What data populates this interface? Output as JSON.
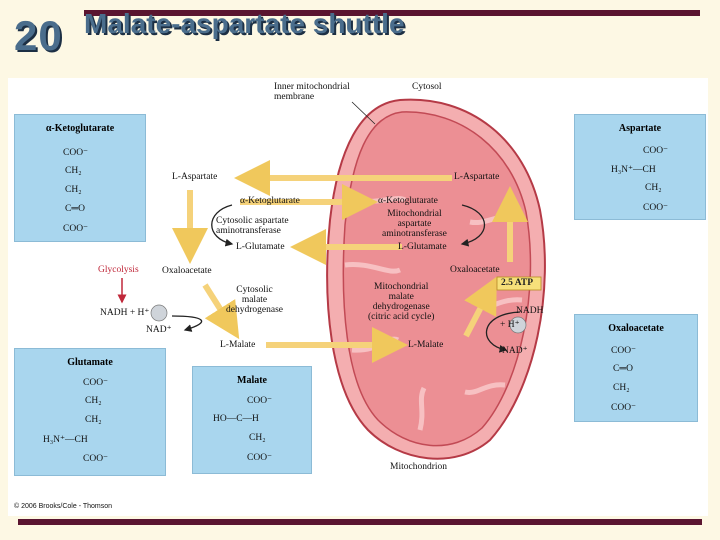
{
  "slide": {
    "chapter_number": "20",
    "title": "Malate-aspartate shuttle",
    "copyright": "© 2006 Brooks/Cole - Thomson"
  },
  "labels": {
    "inner_membrane": [
      "Inner mitochondrial",
      "membrane"
    ],
    "cytosol": "Cytosol",
    "mitochondrion": "Mitochondrion",
    "glycolysis": "Glycolysis",
    "nadh_h_left": "NADH + H⁺",
    "nad_left": "NAD⁺",
    "nadh_right": "NADH",
    "h_right": "+ H⁺",
    "nad_right": "NAD⁺",
    "atp": "2.5 ATP",
    "cyt_aspartate": "L-Aspartate",
    "cyt_ketoglutarate": "α-Ketoglutarate",
    "cyt_transaminase": [
      "Cytosolic aspartate",
      "aminotransferase"
    ],
    "cyt_glutamate": "L-Glutamate",
    "cyt_oxaloacetate": "Oxaloacetate",
    "cyt_mdh": [
      "Cytosolic",
      "malate",
      "dehydrogenase"
    ],
    "cyt_malate": "L-Malate",
    "mit_aspartate": "L-Aspartate",
    "mit_ketoglutarate": "α-Ketoglutarate",
    "mit_transaminase": [
      "Mitochondrial",
      "aspartate",
      "aminotransferase"
    ],
    "mit_glutamate": "L-Glutamate",
    "mit_oxaloacetate": "Oxaloacetate",
    "mit_mdh": [
      "Mitochondrial",
      "malate",
      "dehydrogenase",
      "(citric acid cycle)"
    ],
    "mit_malate": "L-Malate"
  },
  "structures": {
    "ketoglutarate": {
      "name": "α-Ketoglutarate",
      "lines": [
        "COO⁻",
        "CH₂",
        "CH₂",
        "C═O",
        "COO⁻"
      ]
    },
    "aspartate": {
      "name": "Aspartate",
      "lines": [
        "COO⁻",
        "H₃N⁺—CH",
        "CH₂",
        "COO⁻"
      ]
    },
    "glutamate": {
      "name": "Glutamate",
      "lines": [
        "COO⁻",
        "CH₂",
        "CH₂",
        "H₃N⁺—CH",
        "COO⁻"
      ]
    },
    "malate": {
      "name": "Malate",
      "lines": [
        "COO⁻",
        "HO—C—H",
        "CH₂",
        "COO⁻"
      ]
    },
    "oxaloacetate": {
      "name": "Oxaloacetate",
      "lines": [
        "COO⁻",
        "C═O",
        "CH₂",
        "COO⁻"
      ]
    }
  },
  "colors": {
    "bar": "#5a1530",
    "title": "#4a6d8c",
    "box": "#a9d6ee",
    "mito": "#f0a0a4",
    "mito_edge": "#b53a46",
    "arrow": "#f5d27a",
    "glycolysis": "#c0283a"
  }
}
